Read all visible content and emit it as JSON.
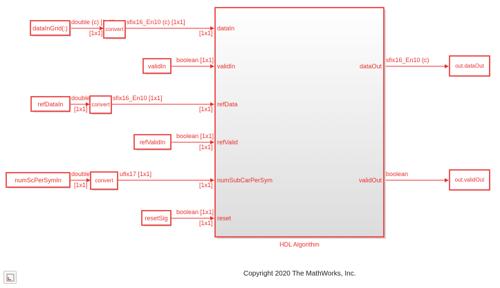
{
  "subsystem": {
    "name": "HDL Algorithm",
    "inports": [
      "dataIn",
      "validIn",
      "refData",
      "refValid",
      "numSubCarPerSym",
      "reset"
    ],
    "outports": [
      "dataOut",
      "validOut"
    ]
  },
  "sources": [
    "dataInGrid(:)",
    "validIn",
    "refDataIn",
    "refValidIn",
    "numScPerSymIn",
    "resetSig"
  ],
  "converters": [
    "convert",
    "convert",
    "convert"
  ],
  "sinks": [
    "out.dataOut",
    "out.validOut"
  ],
  "signal_labels": {
    "src_dataIn": "double (c) [1x1]",
    "conv_dataIn": "sfix16_En10 (c) [1x1]",
    "src_validIn": "boolean [1x1]",
    "src_refData": "double",
    "conv_refData": "sfix16_En10 [1x1]",
    "src_refValid": "boolean [1x1]",
    "src_numSc": "double",
    "conv_numSc": "ufix17 [1x1]",
    "src_reset": "boolean [1x1]",
    "dim": "[1x1]",
    "out_dataOut": "sfix16_En10 (c)",
    "out_validOut": "boolean"
  },
  "footer": {
    "copyright": "Copyright 2020 The MathWorks, Inc."
  },
  "colors": {
    "accent": "#e8312f",
    "shade": "#d9d9d9"
  },
  "icons": {
    "nav": "fit-to-view-icon"
  }
}
